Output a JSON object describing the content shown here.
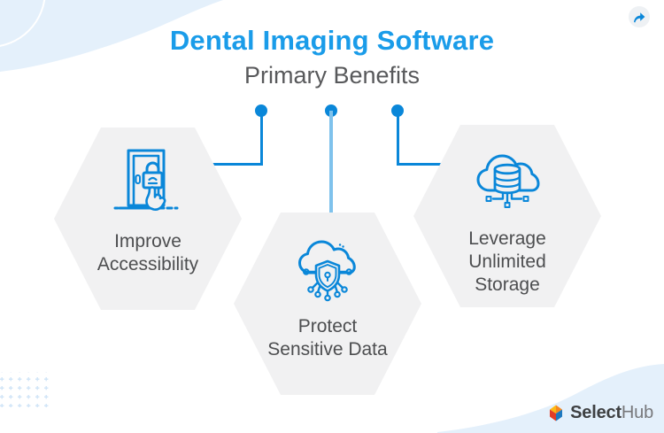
{
  "header": {
    "title": "Dental Imaging Software",
    "subtitle": "Primary Benefits"
  },
  "benefits": [
    {
      "icon": "door-fingerprint-lock-icon",
      "lines": [
        "Improve",
        "Accessibility"
      ]
    },
    {
      "icon": "cloud-shield-lock-icon",
      "lines": [
        "Protect",
        "Sensitive Data"
      ]
    },
    {
      "icon": "cloud-database-storage-icon",
      "lines": [
        "Leverage",
        "Unlimited",
        "Storage"
      ]
    }
  ],
  "share": {
    "icon": "share-arrow-icon"
  },
  "footer": {
    "brand_bold": "Select",
    "brand_light": "Hub",
    "logo_icon": "selecthub-cube-icon"
  },
  "colors": {
    "accent_blue": "#0a87d9",
    "title_blue": "#1a9ce9",
    "light_connector_blue": "#7fc2ec",
    "hexagon_fill": "#f1f1f2",
    "decor_light_blue": "#e4f0fb",
    "label_gray": "#4d4e50",
    "subtitle_gray": "#58595b"
  }
}
